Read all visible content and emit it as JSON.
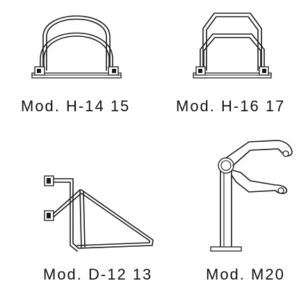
{
  "models": [
    {
      "id": "h14",
      "label": "Mod. H-14 15"
    },
    {
      "id": "h16",
      "label": "Mod. H-16 17"
    },
    {
      "id": "d12",
      "label": "Mod. D-12 13"
    },
    {
      "id": "m20",
      "label": "Mod. M20"
    }
  ]
}
